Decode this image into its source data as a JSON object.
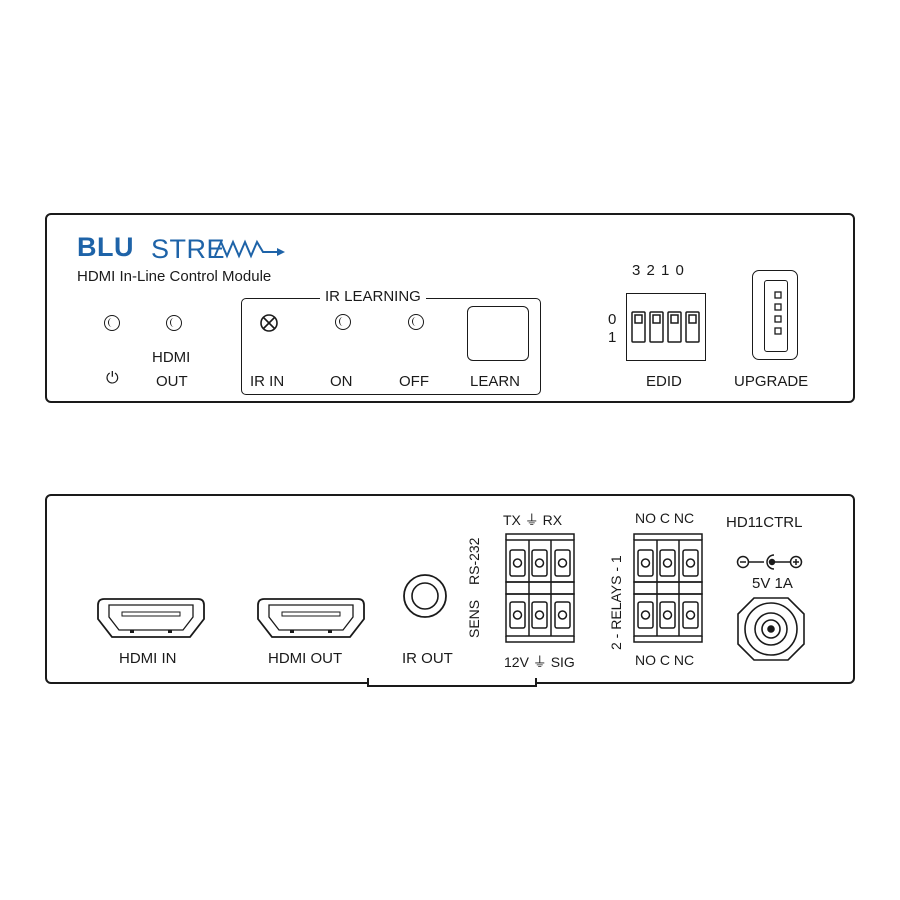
{
  "front": {
    "brand_bold": "BLU",
    "brand_thin": "STREAM",
    "subtitle": "HDMI In-Line Control Module",
    "power_label": "⏻",
    "hdmi_out_label_1": "HDMI",
    "hdmi_out_label_2": "OUT",
    "ir_learning_title": "IR LEARNING",
    "ir_in": "IR IN",
    "on": "ON",
    "off": "OFF",
    "learn": "LEARN",
    "dip_numbers": "3 2 1 0",
    "dip_zero": "0",
    "dip_one": "1",
    "edid": "EDID",
    "upgrade": "UPGRADE"
  },
  "rear": {
    "hdmi_in": "HDMI IN",
    "hdmi_out": "HDMI OUT",
    "ir_out": "IR OUT",
    "rs232_top": "TX ⏚ RX",
    "rs232_side": "RS-232",
    "sens_side": "SENS",
    "sens_bottom": "12V ⏚ SIG",
    "relays_top": "NO  C  NC",
    "relays_side": "2 - RELAYS - 1",
    "relays_bottom": "NO  C  NC",
    "model": "HD11CTRL",
    "power_rating": "5V 1A"
  },
  "colors": {
    "brand": "#1e63a8",
    "line": "#1a1a1a"
  }
}
